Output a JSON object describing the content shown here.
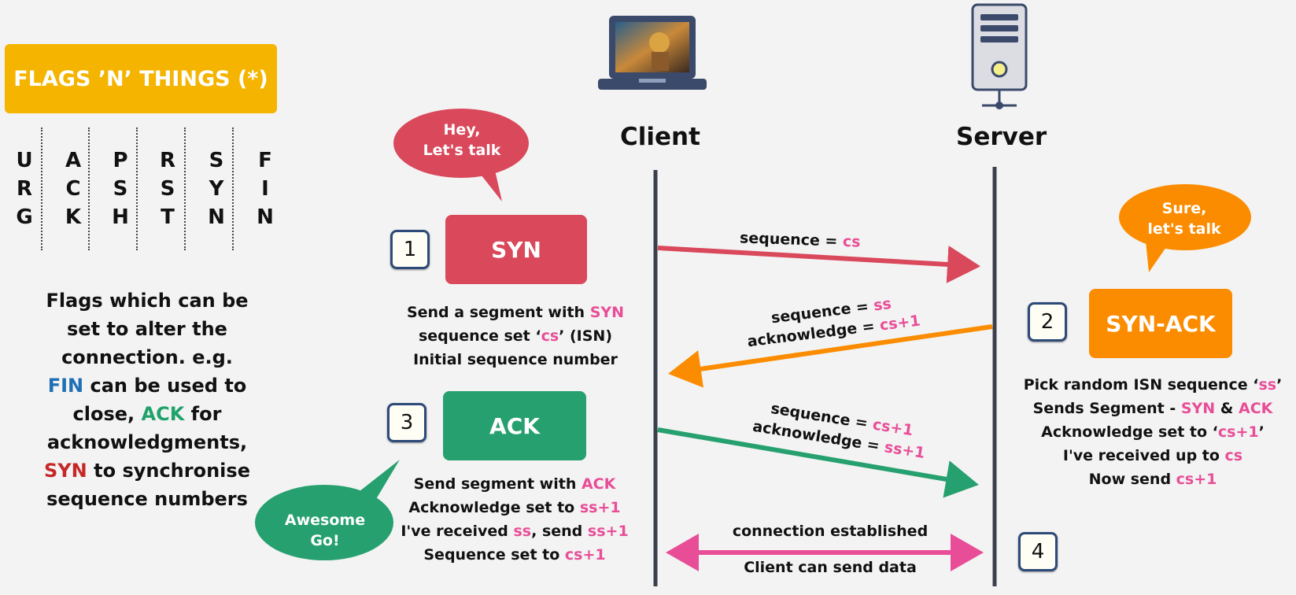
{
  "banner": "FLAGS ’N’ THINGS (*)",
  "flags": [
    [
      "U",
      "R",
      "G"
    ],
    [
      "A",
      "C",
      "K"
    ],
    [
      "P",
      "S",
      "H"
    ],
    [
      "R",
      "S",
      "T"
    ],
    [
      "S",
      "Y",
      "N"
    ],
    [
      "F",
      "I",
      "N"
    ]
  ],
  "description": {
    "line1": "Flags which can be",
    "line2": "set to alter the",
    "line3": "connection. e.g.",
    "fin": "FIN",
    "line4": " can be used to",
    "line5a": "close, ",
    "ack": "ACK",
    "line5b": " for",
    "line6": "acknowledgments,",
    "syn": "SYN",
    "line7": " to synchronise",
    "line8": "sequence numbers"
  },
  "headers": {
    "client": "Client",
    "server": "Server"
  },
  "bubbles": {
    "client_hey_1": "Hey,",
    "client_hey_2": "Let's talk",
    "server_sure_1": "Sure,",
    "server_sure_2": "let's talk",
    "client_awesome_1": "Awesome",
    "client_awesome_2": "Go!"
  },
  "steps": [
    {
      "num": "1",
      "label": "SYN"
    },
    {
      "num": "2",
      "label": "SYN-ACK"
    },
    {
      "num": "3",
      "label": "ACK"
    },
    {
      "num": "4"
    }
  ],
  "step1_text": {
    "l1a": "Send a segment with ",
    "l1b": "SYN",
    "l2a": "sequence set ‘",
    "l2b": "cs",
    "l2c": "’ (ISN)",
    "l3": "Initial sequence number"
  },
  "step2_text": {
    "l1a": "Pick random ISN sequence ‘",
    "l1b": "ss",
    "l1c": "’",
    "l2a": "Sends Segment - ",
    "l2b": "SYN",
    "l2c": " & ",
    "l2d": "ACK",
    "l3a": "Acknowledge set to ‘",
    "l3b": "cs+1",
    "l3c": "’",
    "l4a": "I've received up to ",
    "l4b": "cs",
    "l5a": "Now send ",
    "l5b": "cs+1"
  },
  "step3_text": {
    "l1a": "Send segment with ",
    "l1b": "ACK",
    "l2a": "Acknowledge set to ",
    "l2b": "ss+1",
    "l3a": "I've received ",
    "l3b": "ss",
    "l3c": ", send ",
    "l3d": "ss+1",
    "l4a": "Sequence set to ",
    "l4b": "cs+1"
  },
  "arrows": {
    "a1_l1a": "sequence = ",
    "a1_l1b": "cs",
    "a2_l1a": "sequence = ",
    "a2_l1b": "ss",
    "a2_l2a": "acknowledge = ",
    "a2_l2b": "cs+1",
    "a3_l1a": "sequence = ",
    "a3_l1b": "cs+1",
    "a3_l2a": "acknowledge = ",
    "a3_l2b": "ss+1",
    "a4_top": "connection established",
    "a4_bottom": "Client can send data"
  },
  "colors": {
    "syn": "#d9485b",
    "synack": "#fb8c00",
    "ack": "#26a06e",
    "established": "#e84e97",
    "banner": "#f4b400",
    "highlight": "#e84e97"
  },
  "icons": {
    "client": "laptop-icon",
    "server": "server-tower-icon"
  }
}
